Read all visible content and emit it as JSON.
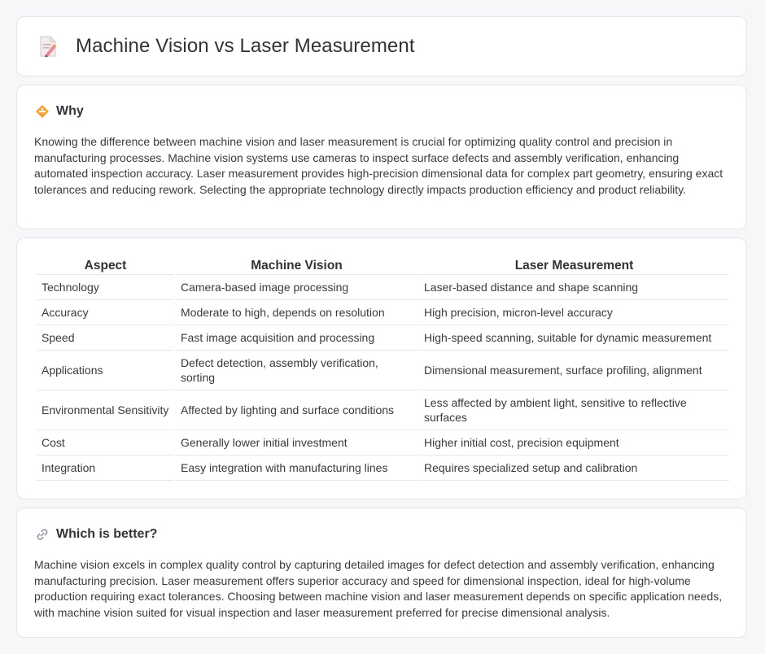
{
  "header": {
    "title": "Machine Vision vs Laser Measurement",
    "icon": "document-pencil-icon"
  },
  "why": {
    "heading": "Why",
    "icon": "diamond-warning-icon",
    "text": "Knowing the difference between machine vision and laser measurement is crucial for optimizing quality control and precision in manufacturing processes. Machine vision systems use cameras to inspect surface defects and assembly verification, enhancing automated inspection accuracy. Laser measurement provides high-precision dimensional data for complex part geometry, ensuring exact tolerances and reducing rework. Selecting the appropriate technology directly impacts production efficiency and product reliability."
  },
  "comparison": {
    "headers": [
      "Aspect",
      "Machine Vision",
      "Laser Measurement"
    ],
    "rows": [
      [
        "Technology",
        "Camera-based image processing",
        "Laser-based distance and shape scanning"
      ],
      [
        "Accuracy",
        "Moderate to high, depends on resolution",
        "High precision, micron-level accuracy"
      ],
      [
        "Speed",
        "Fast image acquisition and processing",
        "High-speed scanning, suitable for dynamic measurement"
      ],
      [
        "Applications",
        "Defect detection, assembly verification, sorting",
        "Dimensional measurement, surface profiling, alignment"
      ],
      [
        "Environmental Sensitivity",
        "Affected by lighting and surface conditions",
        "Less affected by ambient light, sensitive to reflective surfaces"
      ],
      [
        "Cost",
        "Generally lower initial investment",
        "Higher initial cost, precision equipment"
      ],
      [
        "Integration",
        "Easy integration with manufacturing lines",
        "Requires specialized setup and calibration"
      ]
    ]
  },
  "better": {
    "heading": "Which is better?",
    "icon": "link-icon",
    "text": "Machine vision excels in complex quality control by capturing detailed images for defect detection and assembly verification, enhancing manufacturing precision. Laser measurement offers superior accuracy and speed for dimensional inspection, ideal for high-volume production requiring exact tolerances. Choosing between machine vision and laser measurement depends on specific application needs, with machine vision suited for visual inspection and laser measurement preferred for precise dimensional analysis."
  },
  "colors": {
    "page_background": "#f6f7f9",
    "card_border": "#e2e5ea",
    "icon_orange": "#f0a236",
    "icon_pink": "#e8899a"
  }
}
